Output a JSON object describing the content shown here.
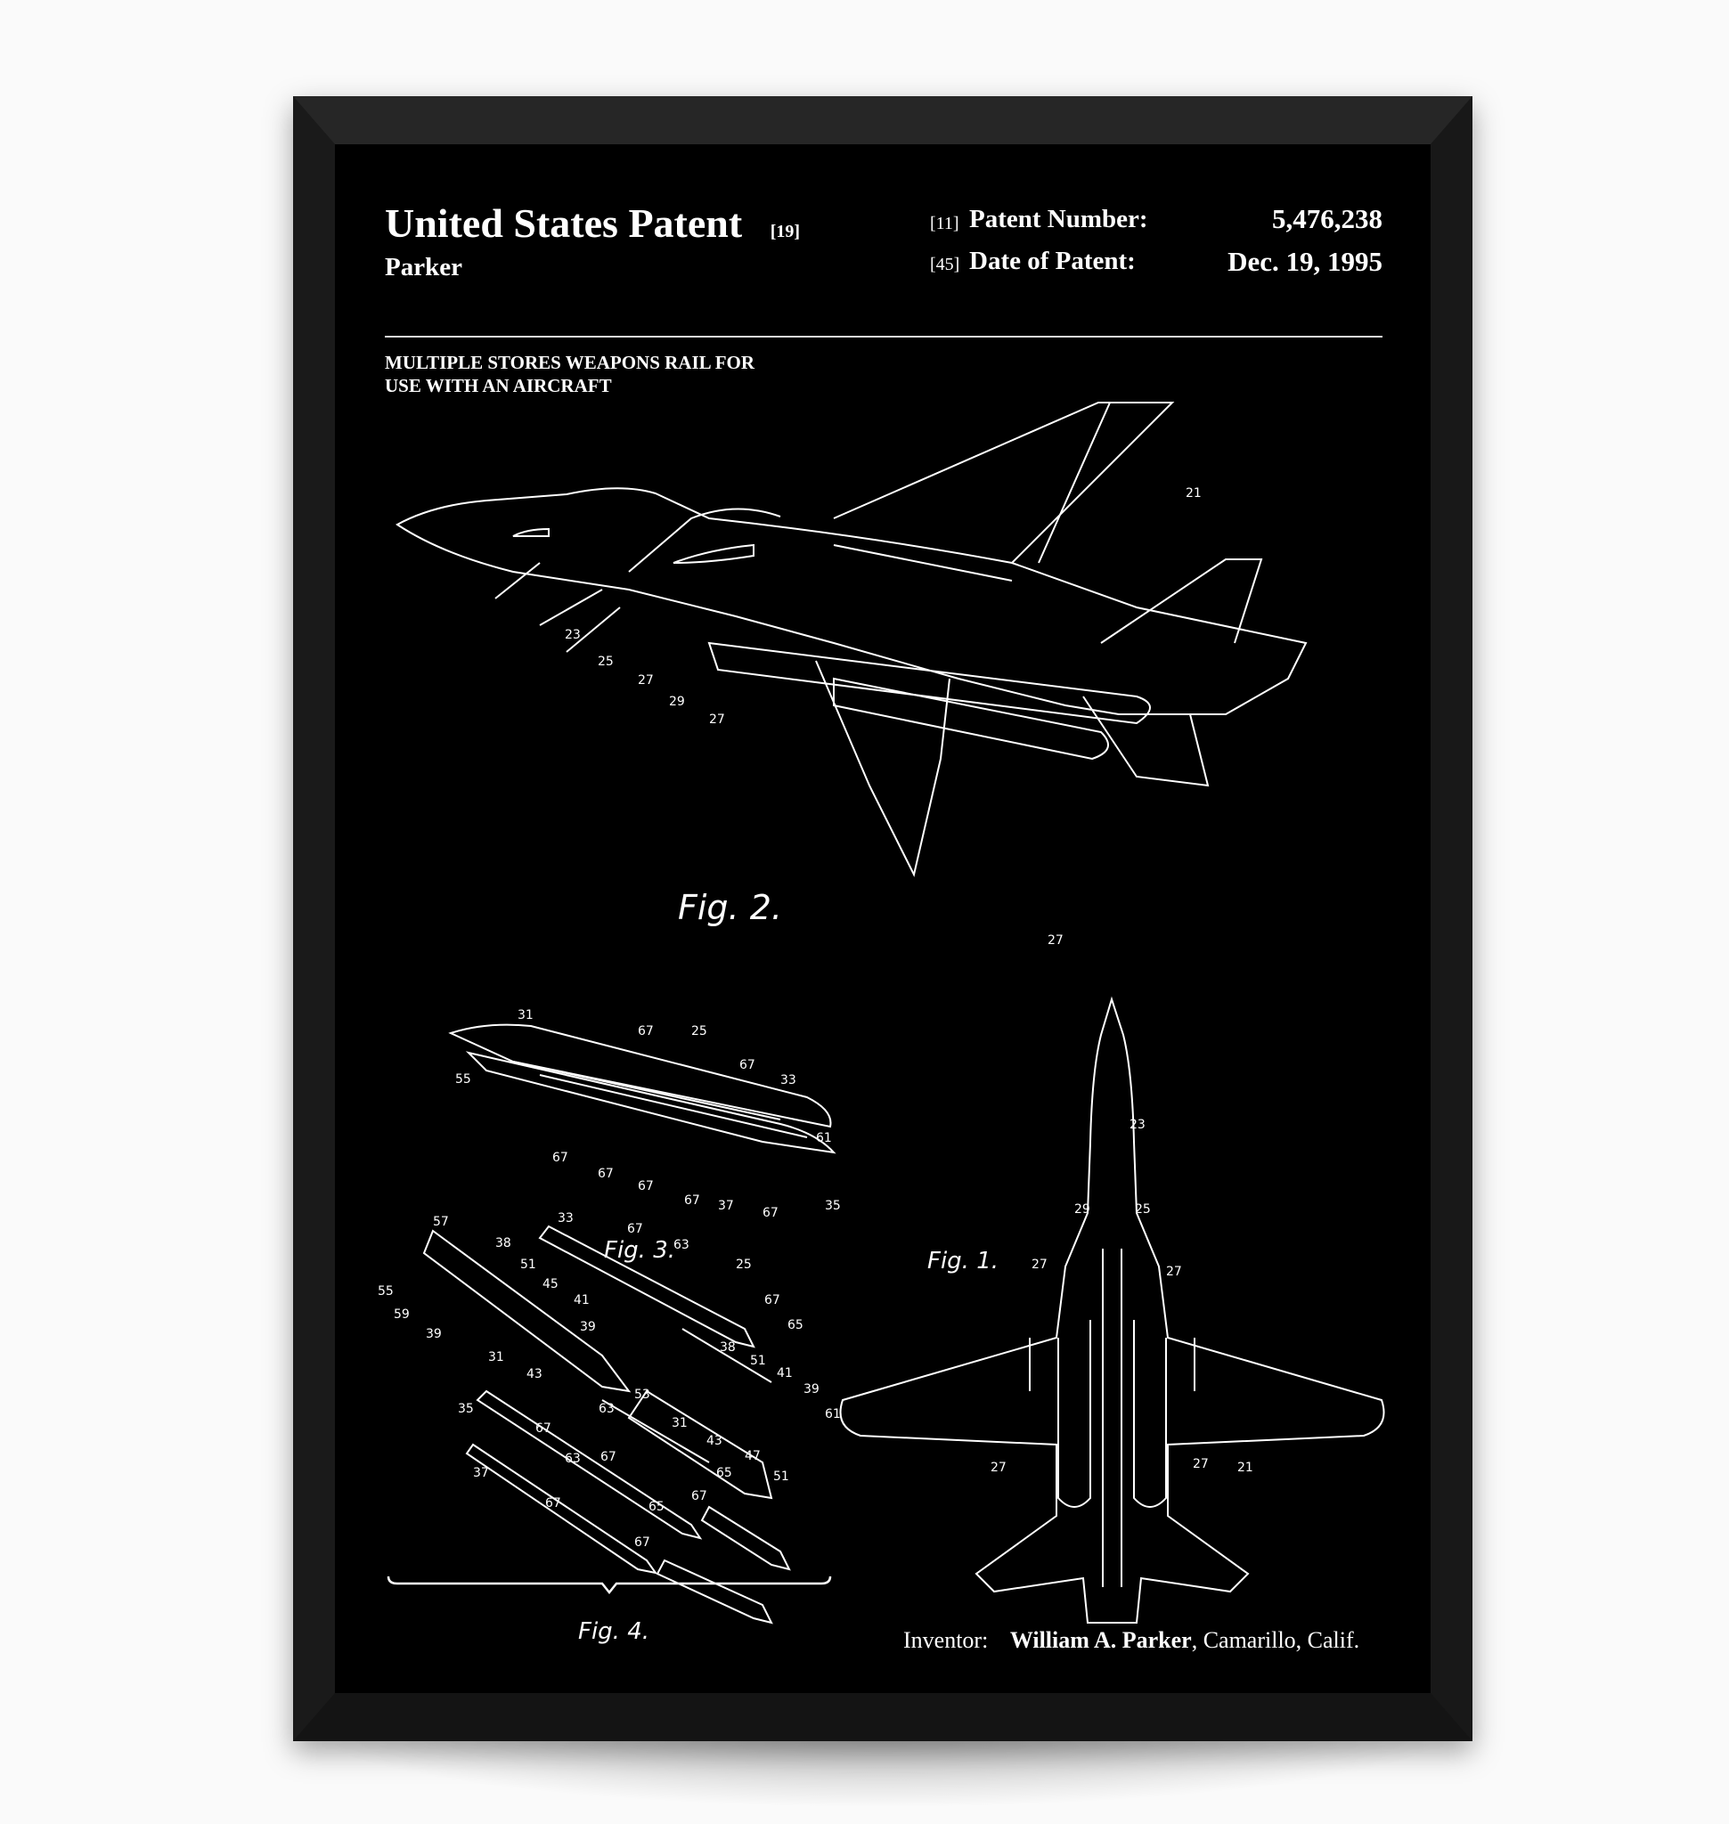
{
  "header": {
    "title": "United States Patent",
    "title_ref": "[19]",
    "inventor_surname": "Parker",
    "number_ref": "[11]",
    "number_label": "Patent Number:",
    "number_value": "5,476,238",
    "date_ref": "[45]",
    "date_label": "Date of Patent:",
    "date_value": "Dec. 19, 1995"
  },
  "subject": {
    "line1": "MULTIPLE STORES WEAPONS RAIL FOR",
    "line2": "USE WITH AN AIRCRAFT"
  },
  "figures": {
    "fig1": "Fig. 1.",
    "fig2": "Fig. 2.",
    "fig3": "Fig. 3.",
    "fig4": "Fig. 4."
  },
  "reference_numerals": {
    "fig2": [
      "21",
      "23",
      "25",
      "27",
      "29",
      "27",
      "27"
    ],
    "fig3": [
      "31",
      "67",
      "25",
      "67",
      "33",
      "61",
      "55",
      "67",
      "67",
      "67",
      "67",
      "37",
      "67",
      "35"
    ],
    "fig1": [
      "23",
      "29",
      "25",
      "27",
      "27",
      "27",
      "27",
      "21"
    ],
    "fig4": [
      "57",
      "33",
      "38",
      "67",
      "51",
      "63",
      "25",
      "55",
      "45",
      "41",
      "67",
      "59",
      "39",
      "65",
      "39",
      "31",
      "43",
      "38",
      "51",
      "41",
      "39",
      "53",
      "35",
      "63",
      "61",
      "31",
      "43",
      "67",
      "47",
      "67",
      "65",
      "51",
      "37",
      "63",
      "67",
      "67",
      "65",
      "67"
    ]
  },
  "inventor": {
    "label": "Inventor:",
    "name": "William A. Parker",
    "location": ", Camarillo, Calif."
  }
}
